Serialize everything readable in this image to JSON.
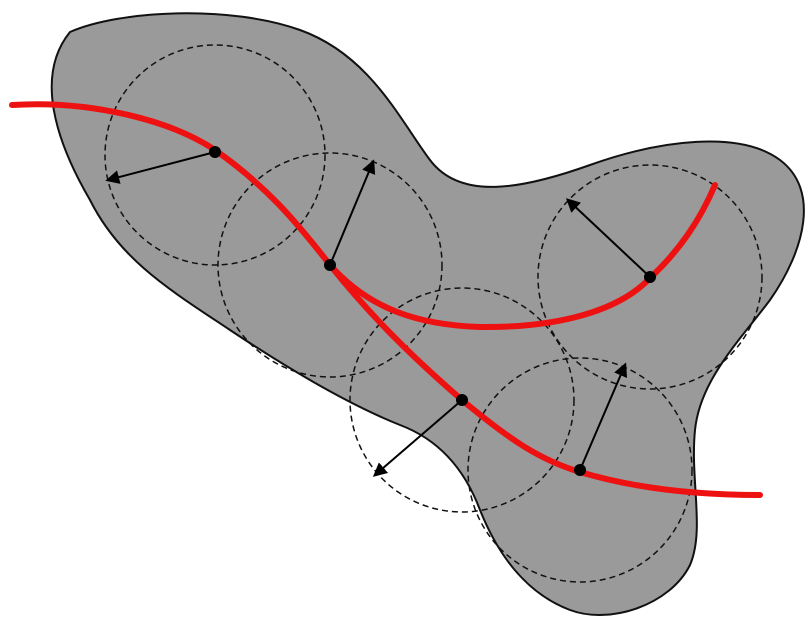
{
  "colors": {
    "region_fill": "#9a9a9a",
    "region_stroke": "#111111",
    "curve": "#ee1111",
    "circle_stroke": "#111111",
    "point": "#000000",
    "arrow": "#000000",
    "background": "#ffffff"
  },
  "diagram": {
    "elements": [
      "shaded-region",
      "medial-axis-curve",
      "medial-axis-branch",
      "inscribed-circles",
      "center-points",
      "normal-vectors"
    ]
  }
}
